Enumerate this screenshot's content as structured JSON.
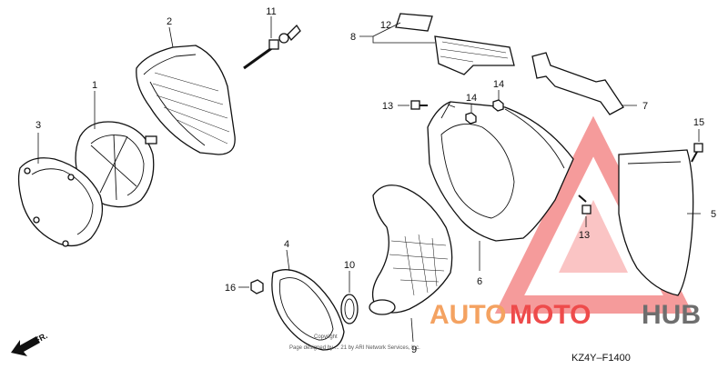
{
  "callouts": {
    "c1": "1",
    "c2": "2",
    "c3": "3",
    "c4": "4",
    "c5": "5",
    "c6": "6",
    "c7": "7",
    "c8": "8",
    "c9": "9",
    "c10": "10",
    "c11": "11",
    "c12": "12",
    "c13a": "13",
    "c13b": "13",
    "c14a": "14",
    "c14b": "14",
    "c15": "15",
    "c16": "16"
  },
  "direction_label": "FR.",
  "diagram_code": "KZ4Y–F1400",
  "watermark": {
    "text_a": "AUTO",
    "text_b": "MOTO",
    "text_c": "HUB",
    "color_orange": "#f4a261",
    "color_red": "#ee4b4b",
    "color_gray": "#6e6e6e"
  },
  "copyright": {
    "line1": "Copyright",
    "line2": "Page designed by ... 21 by ARI Network Services, Inc."
  }
}
